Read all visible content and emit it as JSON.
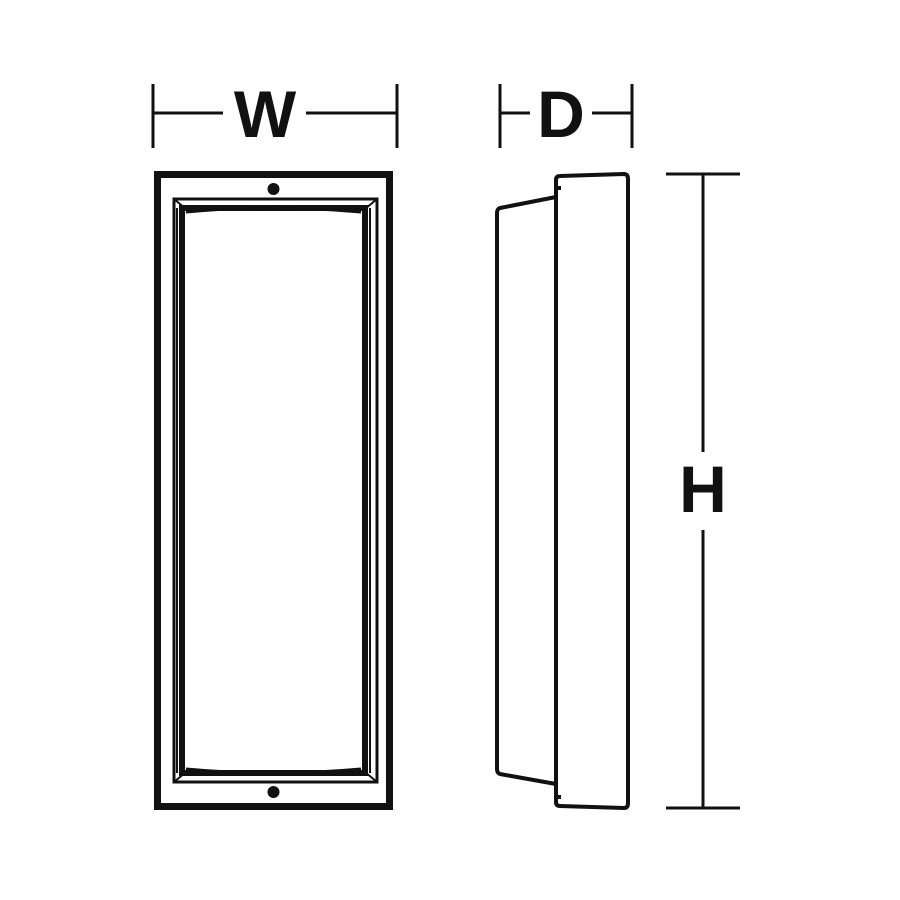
{
  "labels": {
    "width": "W",
    "depth": "D",
    "height": "H"
  },
  "colors": {
    "ink": "#111111",
    "paper": "#ffffff"
  }
}
